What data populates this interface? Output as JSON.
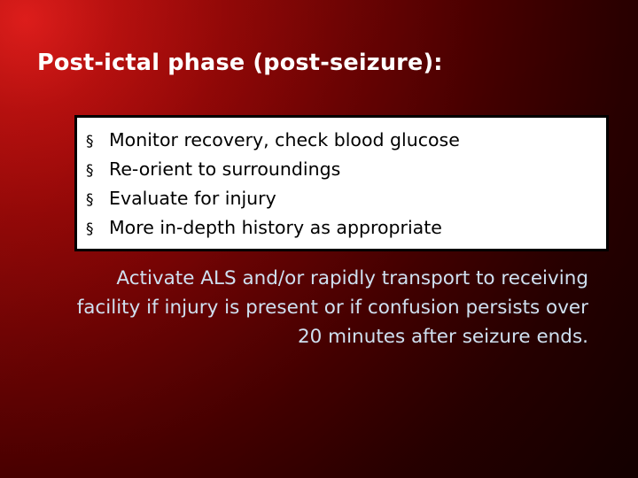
{
  "slide": {
    "title": "Post-ictal phase (post-seizure):",
    "bullets": [
      {
        "marker": "§",
        "text": "Monitor recovery, check blood glucose"
      },
      {
        "marker": "§",
        "text": "Re-orient to surroundings"
      },
      {
        "marker": "§",
        "text": "Evaluate for injury"
      },
      {
        "marker": "§",
        "text": "More in-depth history as appropriate"
      }
    ],
    "body_text": "Activate ALS and/or rapidly transport to receiving facility if injury is present or if confusion persists over 20 minutes after seizure ends.",
    "colors": {
      "background_top_left": "#c81414",
      "background_bottom_right": "#1a0000",
      "title_color": "#ffffff",
      "box_fill": "#ffffff",
      "box_border": "#000000",
      "bullet_text_color": "#000000",
      "body_text_color": "#cfe0f0"
    }
  }
}
